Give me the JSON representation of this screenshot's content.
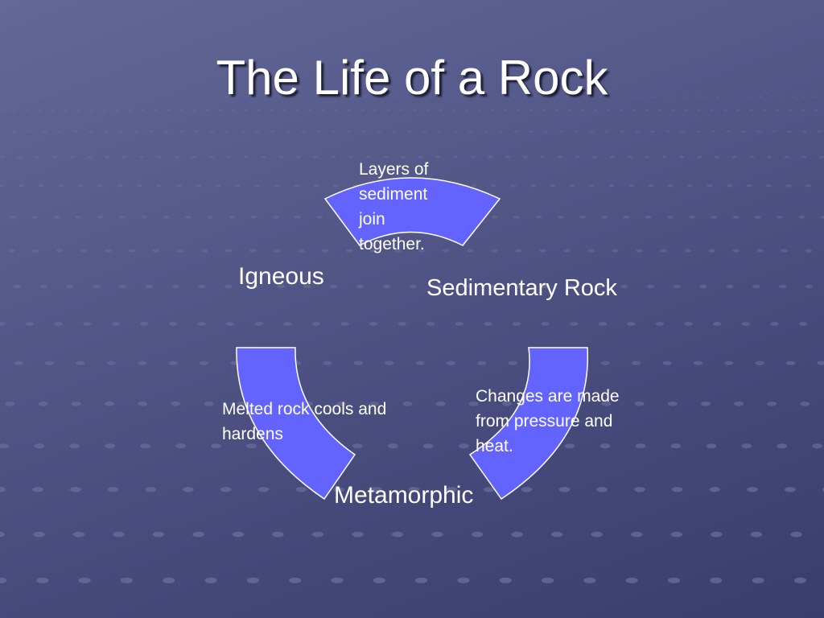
{
  "slide": {
    "title": "The Life of a Rock"
  },
  "stages": {
    "igneous": "Igneous",
    "sedimentary": "Sedimentary Rock",
    "metamorphic": "Metamorphic"
  },
  "transitions": {
    "to_sedimentary": "Layers of sediment join together.",
    "to_metamorphic": "Changes are made from pressure and heat.",
    "to_igneous": "Melted rock cools and hardens"
  },
  "colors": {
    "background": "#55598a",
    "arrow_fill": "#6363ff",
    "arrow_stroke": "#ffffff",
    "text": "#ffffff"
  }
}
